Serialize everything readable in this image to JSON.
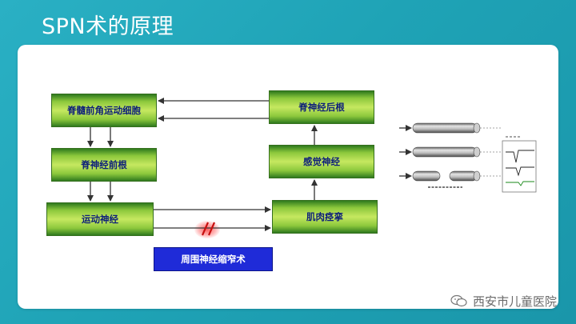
{
  "slide": {
    "title": "SPN术的原理"
  },
  "diagram": {
    "boxes": {
      "anterior_horn": "脊髓前角运动细胞",
      "anterior_root": "脊神经前根",
      "motor_nerve": "运动神经",
      "posterior_root": "脊神经后根",
      "sensory_nerve": "感觉神经",
      "spasm": "肌肉痉挛",
      "procedure": "周围神经缩窄术"
    },
    "cut_mark": "//"
  },
  "watermark": {
    "text": "西安市儿童医院"
  },
  "colors": {
    "background": "#1fa3b6",
    "green_box": "#8cc83c",
    "box_text": "#0d1f7a",
    "procedure_box": "#1f2bd8",
    "cut_mark": "#d01010"
  }
}
